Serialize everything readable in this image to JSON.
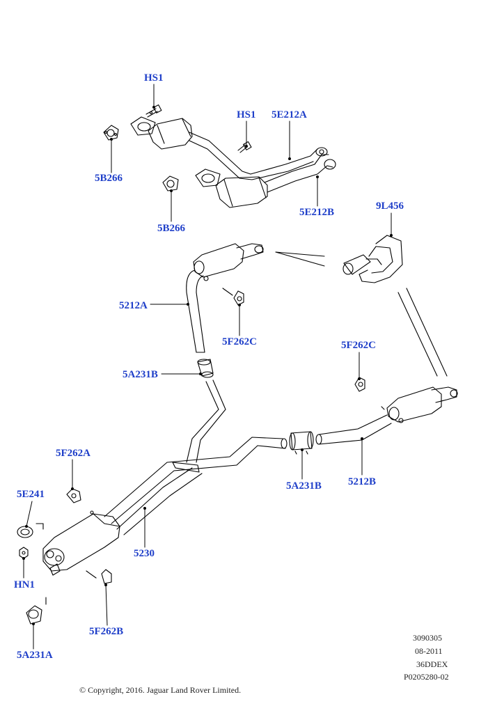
{
  "callouts": {
    "hs1_top": "HS1",
    "hs1_mid": "HS1",
    "5e212a": "5E212A",
    "5b266_top": "5B266",
    "5b266_bottom": "5B266",
    "5e212b": "5E212B",
    "9l456": "9L456",
    "5212a": "5212A",
    "5f262c_left": "5F262C",
    "5a231b_top": "5A231B",
    "5f262c_right": "5F262C",
    "5f262a": "5F262A",
    "5e241": "5E241",
    "5a231b_mid": "5A231B",
    "5212b": "5212B",
    "5230": "5230",
    "hn1": "HN1",
    "5f262b": "5F262B",
    "5a231a": "5A231A"
  },
  "meta": {
    "line1": "3090305",
    "line2": "08-2011",
    "line3": "36DDEX",
    "line4": "P0205280-02"
  },
  "copyright": "© Copyright, 2016. Jaguar Land Rover Limited.",
  "colors": {
    "callout": "#1f3fc9",
    "line": "#000000"
  }
}
